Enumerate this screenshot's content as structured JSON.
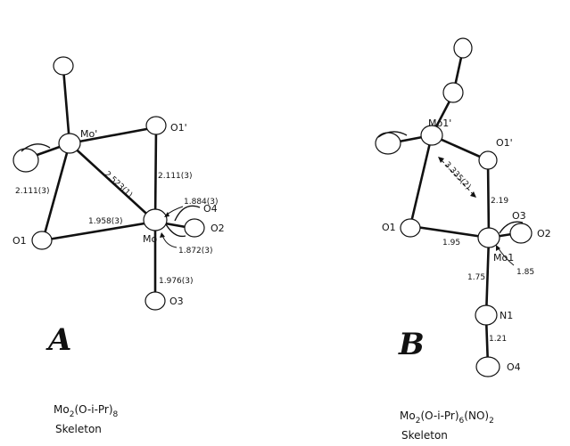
{
  "panel_a": {
    "letter": "A",
    "atoms": {
      "mo_prime": "Mo'",
      "o1_prime": "O1'",
      "o1": "O1",
      "mo": "Mo",
      "o2": "O2",
      "o3": "O3",
      "o4": "O4"
    },
    "distances": {
      "mo_mo": "2.523(1)",
      "mo_prime_o1": "2.111(3)",
      "o1_prime_mo": "2.111(3)",
      "mo_o4": "1.884(3)",
      "o1_mo": "1.958(3)",
      "mo_o2": "1.872(3)",
      "mo_o3": "1.976(3)"
    },
    "caption": {
      "formula_base": "Mo",
      "formula_sub": "2",
      "formula_rest": "(O-i-Pr)",
      "formula_sub2": "8",
      "line2": "Skeleton"
    }
  },
  "panel_b": {
    "letter": "B",
    "atoms": {
      "mo1_prime": "Mo1'",
      "o1_prime": "O1'",
      "o1": "O1",
      "mo1": "Mo1",
      "o2": "O2",
      "o3": "O3",
      "n1": "N1",
      "o4": "O4"
    },
    "distances": {
      "mo_mo": "3.335(2)",
      "o1_prime_mo1": "2.19",
      "o1_mo1": "1.95",
      "mo1_o2": "1.85",
      "mo1_n1": "1.75",
      "n1_o4": "1.21"
    },
    "caption": {
      "formula_base": "Mo",
      "formula_sub": "2",
      "formula_rest": "(O-i-Pr)",
      "formula_sub2": "6",
      "formula_rest2": "(NO)",
      "formula_sub3": "2",
      "line2": "Skeleton"
    }
  }
}
